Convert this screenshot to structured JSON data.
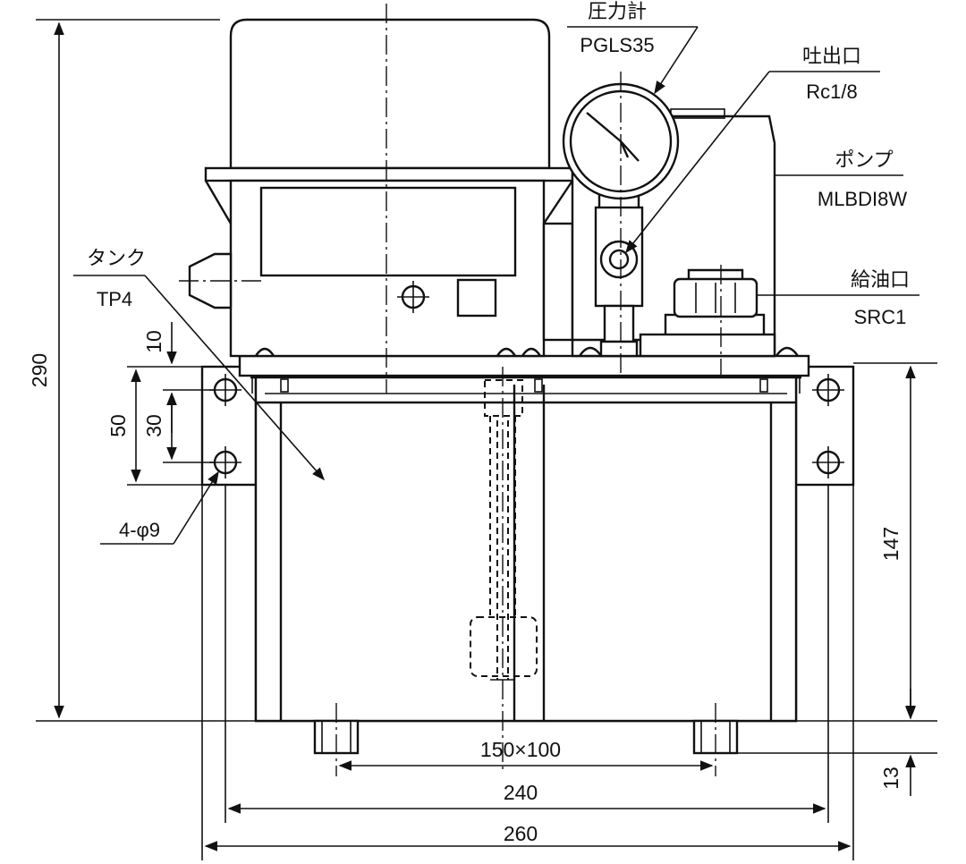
{
  "callouts": {
    "pressure_gauge": {
      "title": "圧力計",
      "model": "PGLS35"
    },
    "outlet": {
      "title": "吐出口",
      "model": "Rc1/8"
    },
    "pump": {
      "title": "ポンプ",
      "model": "MLBDI8W"
    },
    "filler": {
      "title": "給油口",
      "model": "SRC1"
    },
    "tank": {
      "title": "タンク",
      "model": "TP4"
    },
    "holes": {
      "label": "4-φ9"
    }
  },
  "dimensions": {
    "height_total": "290",
    "bracket_10": "10",
    "bracket_50": "50",
    "bracket_30": "30",
    "right_147": "147",
    "right_13": "13",
    "foot_pitch": "150×100",
    "width_240": "240",
    "width_260": "260"
  }
}
